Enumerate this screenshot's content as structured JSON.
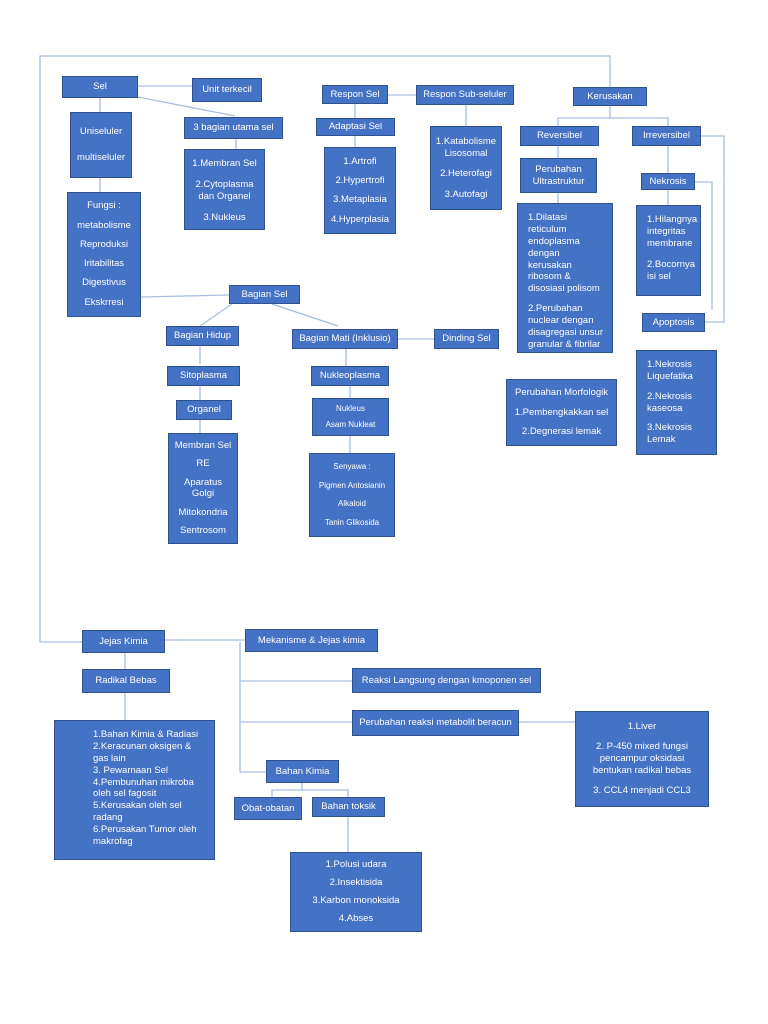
{
  "nodes": {
    "sel": "Sel",
    "unit_terkecil": "Unit terkecil",
    "bagian_utama": "3 bagian utama sel",
    "bagian_utama_list": [
      "1.Membran Sel",
      "2.Cytoplasma dan Organel",
      "3.Nukleus"
    ],
    "uniseluler": [
      "Uniseluler",
      "multiseluler"
    ],
    "fungsi": [
      "Fungsi :",
      "metabolisme",
      "Reproduksi",
      "Iritabilitas",
      "Digestivus",
      "Ekskrresi"
    ],
    "respon_sel": "Respon Sel",
    "respon_subseluler": "Respon Sub-seluler",
    "adaptasi_sel": "Adaptasi Sel",
    "adaptasi_list": [
      "1.Artrofi",
      "2.Hypertrofi",
      "3.Metaplasia",
      "4.Hyperplasia"
    ],
    "subseluler_list": [
      "1.Katabolisme Lisosomal",
      "2.Heterofagi",
      "3.Autofagi"
    ],
    "kerusakan": "Kerusakan",
    "reversibel": "Reversibel",
    "irreversibel": "Irreversibel",
    "perubahan_ultra": "Perubahan Ultrastruktur",
    "ultra_list": [
      "1.Dilatasi reticulum endoplasma dengan kerusakan ribosom & disosiasi polisom",
      "2.Perubahan nuclear dengan disagregasi unsur granular & fibrilar"
    ],
    "perubahan_morfologik": [
      "Perubahan Morfologik",
      "1.Pembengkakkan sel",
      "2.Degnerasi lemak"
    ],
    "nekrosis": "Nekrosis",
    "nekrosis_list": [
      "1.Hilangnya integritas membrane",
      "2.Bocornya isi sel"
    ],
    "apoptosis": "Apoptosis",
    "apoptosis_list": [
      "1.Nekrosis Liquefatika",
      "2.Nekrosis kaseosa",
      "3.Nekrosis Lemak"
    ],
    "bagian_sel": "Bagian Sel",
    "bagian_hidup": "Bagian Hidup",
    "bagian_mati": "Bagian Mati (Inklusio)",
    "dinding_sel": "Dinding Sel",
    "sitoplasma": "Sitoplasma",
    "organel": "Organel",
    "organel_list": [
      "Membran Sel",
      "RE",
      "Aparatus Golgi",
      "Mitokondria",
      "Sentrosom"
    ],
    "nukleoplasma": "Nukleoplasma",
    "nukleus_list": [
      "Nukleus",
      "Asam Nukleat"
    ],
    "senyawa_list": [
      "Senyawa :",
      "Pigmen Antosianin",
      "Alkaloid",
      "Tanin Glikosida"
    ],
    "jejas_kimia": "Jejas Kimia",
    "mekanisme": "Mekanisme & Jejas kimia",
    "radikal_bebas": "Radikal Bebas",
    "radikal_list": [
      "1.Bahan Kimia & Radiasi",
      "2.Keracunan oksigen & gas lain",
      "3. Pewarnaan Sel",
      "4.Pembunuhan mikroba oleh sel fagosit",
      "5.Kerusakan oleh sel radang",
      "6.Perusakan Tumor oleh makrofag"
    ],
    "reaksi_langsung": "Reaksi Langsung dengan kmoponen sel",
    "perubahan_reaksi": "Perubahan reaksi metabolit beracun",
    "liver_list": [
      "1.Liver",
      "2. P-450 mixed fungsi pencampur oksidasi bentukan radikal bebas",
      "3. CCL4 menjadi CCL3"
    ],
    "bahan_kimia": "Bahan Kimia",
    "obat": "Obat-obatan",
    "bahan_toksik": "Bahan toksik",
    "toksik_list": [
      "1.Polusi udara",
      "2.Insektisida",
      "3.Karbon monoksida",
      "4.Abses"
    ]
  },
  "colors": {
    "box_fill": "#4472C4",
    "box_border": "#2F528F",
    "connector": "#A9BEDF",
    "text": "#FFFFFF"
  }
}
